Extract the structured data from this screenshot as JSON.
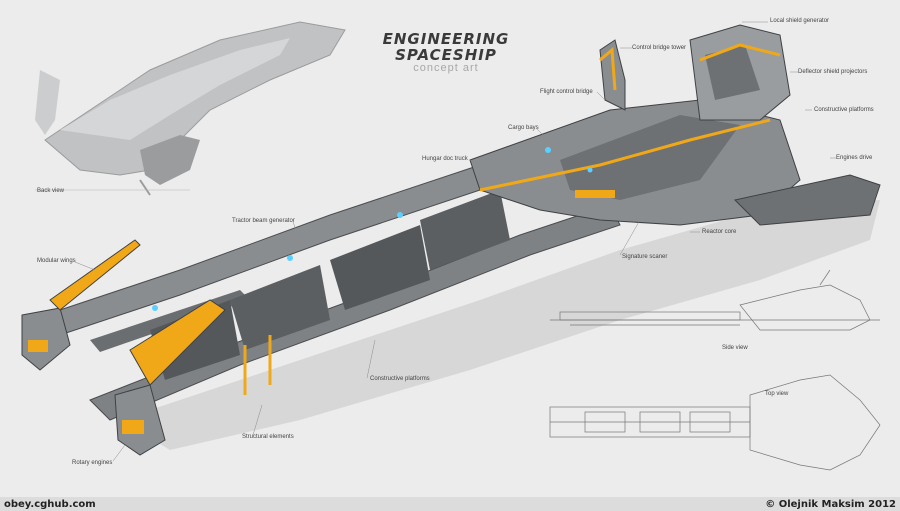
{
  "title": {
    "line1": "ENGINEERING",
    "line2": "SPACESHIP",
    "line3": "concept art"
  },
  "labels": {
    "local_shield": "Local shield generator",
    "control_bridge": "Control bridge tower",
    "deflector": "Deflector shield projectors",
    "flight_control": "Flight control bridge",
    "constructive_top": "Constructive platforms",
    "cargo": "Cargo bays",
    "engines_drive": "Engines drive",
    "hangar": "Hungar doc truck",
    "tractor": "Tractor beam generator",
    "reactor": "Reactor core",
    "signature": "Signature scaner",
    "modular_wings": "Modular wings",
    "back_view": "Back view",
    "side_view": "Side view",
    "top_view": "Top view",
    "constructive_bottom": "Constructive platforms",
    "structural": "Structural elements",
    "rotary": "Rotary engines"
  },
  "footer": {
    "left": "obey.cghub.com",
    "right": "© Olejnik Maksim 2012"
  },
  "colors": {
    "background": "#ececec",
    "hull": "#8a8d90",
    "hull_dark": "#55585b",
    "accent": "#f0a818",
    "glow": "#5ad0ff"
  }
}
